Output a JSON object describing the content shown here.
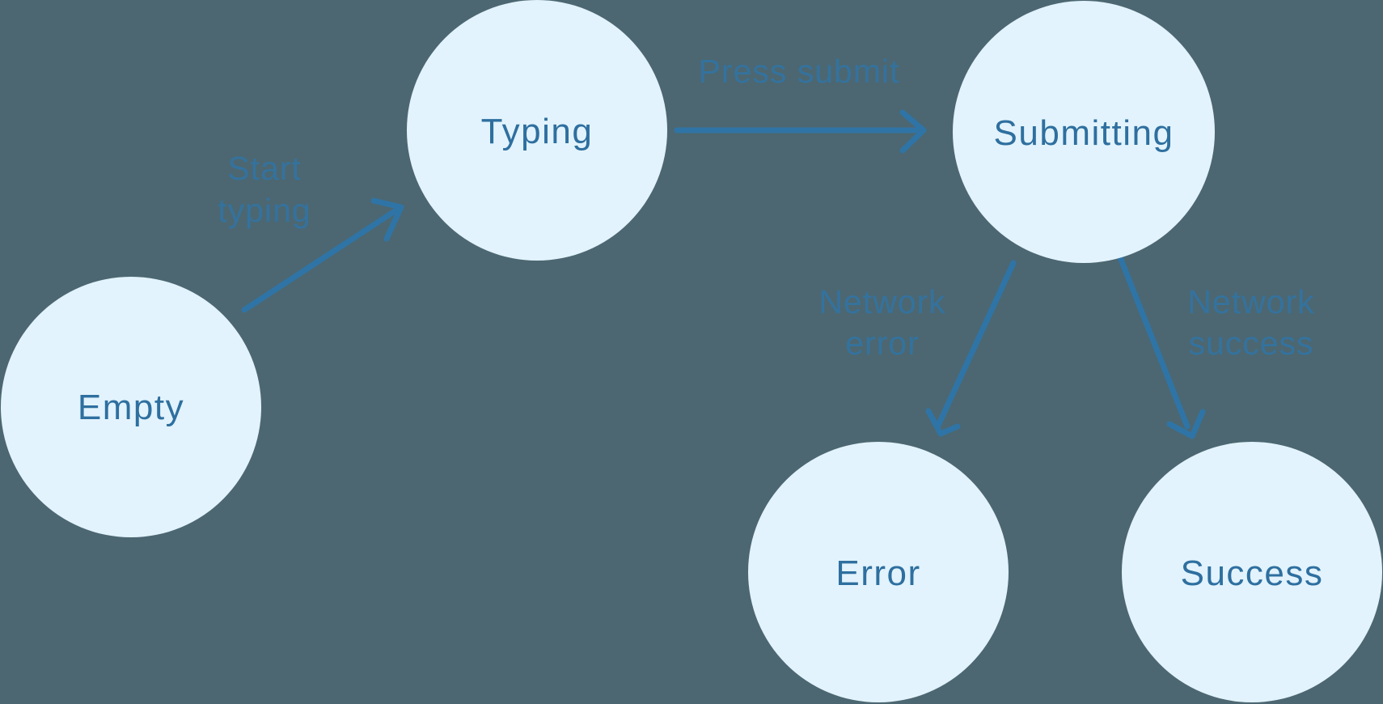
{
  "diagram": {
    "type": "state-machine",
    "background_color": "#4C6771",
    "node_fill_color": "#E2F3FD",
    "node_text_color": "#2E6F9F",
    "arrow_color": "#2F74A6",
    "edge_label_color": "#2F75A8",
    "nodes": [
      {
        "label": "Empty"
      },
      {
        "label": "Typing"
      },
      {
        "label": "Submitting"
      },
      {
        "label": "Error"
      },
      {
        "label": "Success"
      }
    ],
    "edges": [
      {
        "from": "Empty",
        "to": "Typing",
        "label": "Start typing",
        "lines": [
          "Start",
          "typing"
        ]
      },
      {
        "from": "Typing",
        "to": "Submitting",
        "label": "Press submit",
        "lines": [
          "Press submit"
        ]
      },
      {
        "from": "Submitting",
        "to": "Error",
        "label": "Network error",
        "lines": [
          "Network",
          "error"
        ]
      },
      {
        "from": "Submitting",
        "to": "Success",
        "label": "Network success",
        "lines": [
          "Network",
          "success"
        ]
      }
    ]
  }
}
